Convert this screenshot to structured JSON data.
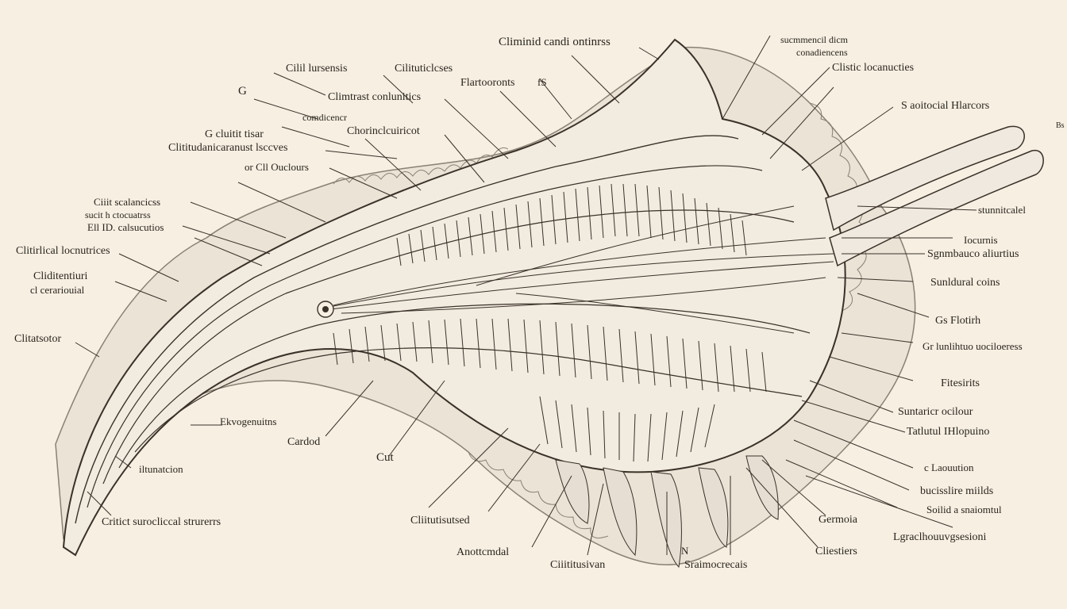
{
  "colors": {
    "paper": "#f6efe2",
    "ink": "#2b241c",
    "line": "#3a3128",
    "shade": "#8a8174",
    "tissue": "#cfc8bd"
  },
  "labels": {
    "top_cluster": [
      "Cilil lursensis",
      "Cilituticlcses",
      "Climinid candi ontinrss",
      "sucmmencil dicm",
      "conadiencens",
      "Clistic locanucties",
      "Climtrast conlunitics",
      "Flartooronts",
      "fS",
      "G",
      "comdicencr"
    ],
    "left_cluster": [
      "G cluitit tisar",
      "Clititudanicaranust lsccves",
      "or Cll Ouclours",
      "Chorinclcuiricot",
      "Ciiit scalancicss",
      "sucit h ctocuatrss",
      "Ell ID. calsucutios",
      "Clitirlical locnutrices",
      "Cliditentiuri",
      "cl cerariouial",
      "Clitatsotor"
    ],
    "right_cluster": [
      "S aoitocial Hlarcors",
      "Bs",
      "stunnitcalel",
      "Iocurnis",
      "Sgnmbauco aliurtius",
      "Sunldural coins",
      "Gs Flotirh",
      "Gr lunlihtuo uociloeress",
      "Fitesirits",
      "Suntaricr ocilour",
      "Tatlutul IHlopuino",
      "c Laouution",
      "bucisslire miilds",
      "Soilid a snaiomtul",
      "Lgraclhouuvgsesioni"
    ],
    "bottom_cluster": [
      "Ekvogenuitns",
      "Cardod",
      "Cut",
      "iltunatcion",
      "Critict surocliccal strurerrs",
      "Cliitutisutsed",
      "Anottcmdal",
      "Ciiititusivan",
      "N",
      "Sraimocrecais",
      "Germoia",
      "Cliestiers"
    ]
  }
}
